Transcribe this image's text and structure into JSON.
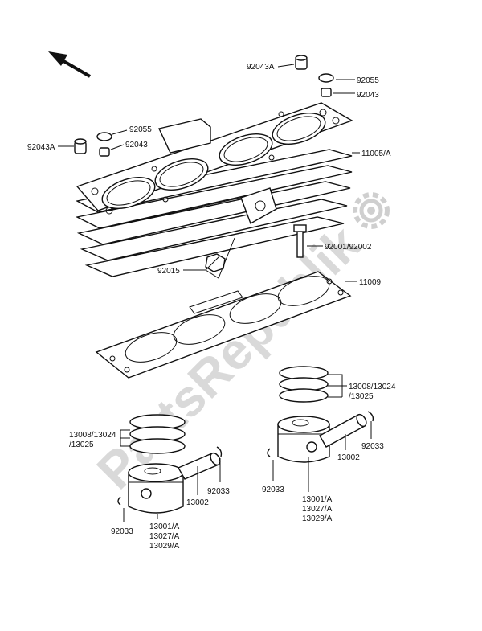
{
  "watermark": "PartsRepublik",
  "labels": {
    "l_92043A_top": "92043A",
    "l_92055_top": "92055",
    "l_92043_top": "92043",
    "l_92055_left": "92055",
    "l_92043_left": "92043",
    "l_92043A_left": "92043A",
    "l_11005A": "11005/A",
    "l_92001": "92001/92002",
    "l_92015": "92015",
    "l_11009": "11009",
    "l_rings_right_1": "13008/13024",
    "l_rings_right_2": "/13025",
    "l_rings_left_1": "13008/13024",
    "l_rings_left_2": "/13025",
    "l_92033_right_top": "92033",
    "l_13002_right": "13002",
    "l_92033_right_left": "92033",
    "l_piston_right_1": "13001/A",
    "l_piston_right_2": "13027/A",
    "l_piston_right_3": "13029/A",
    "l_92033_left_right": "92033",
    "l_13002_left": "13002",
    "l_92033_left_bottom": "92033",
    "l_piston_left_1": "13001/A",
    "l_piston_left_2": "13027/A",
    "l_piston_left_3": "13029/A"
  },
  "icons": {
    "direction": "arrow-up-left-icon",
    "gear": "gear-icon"
  }
}
